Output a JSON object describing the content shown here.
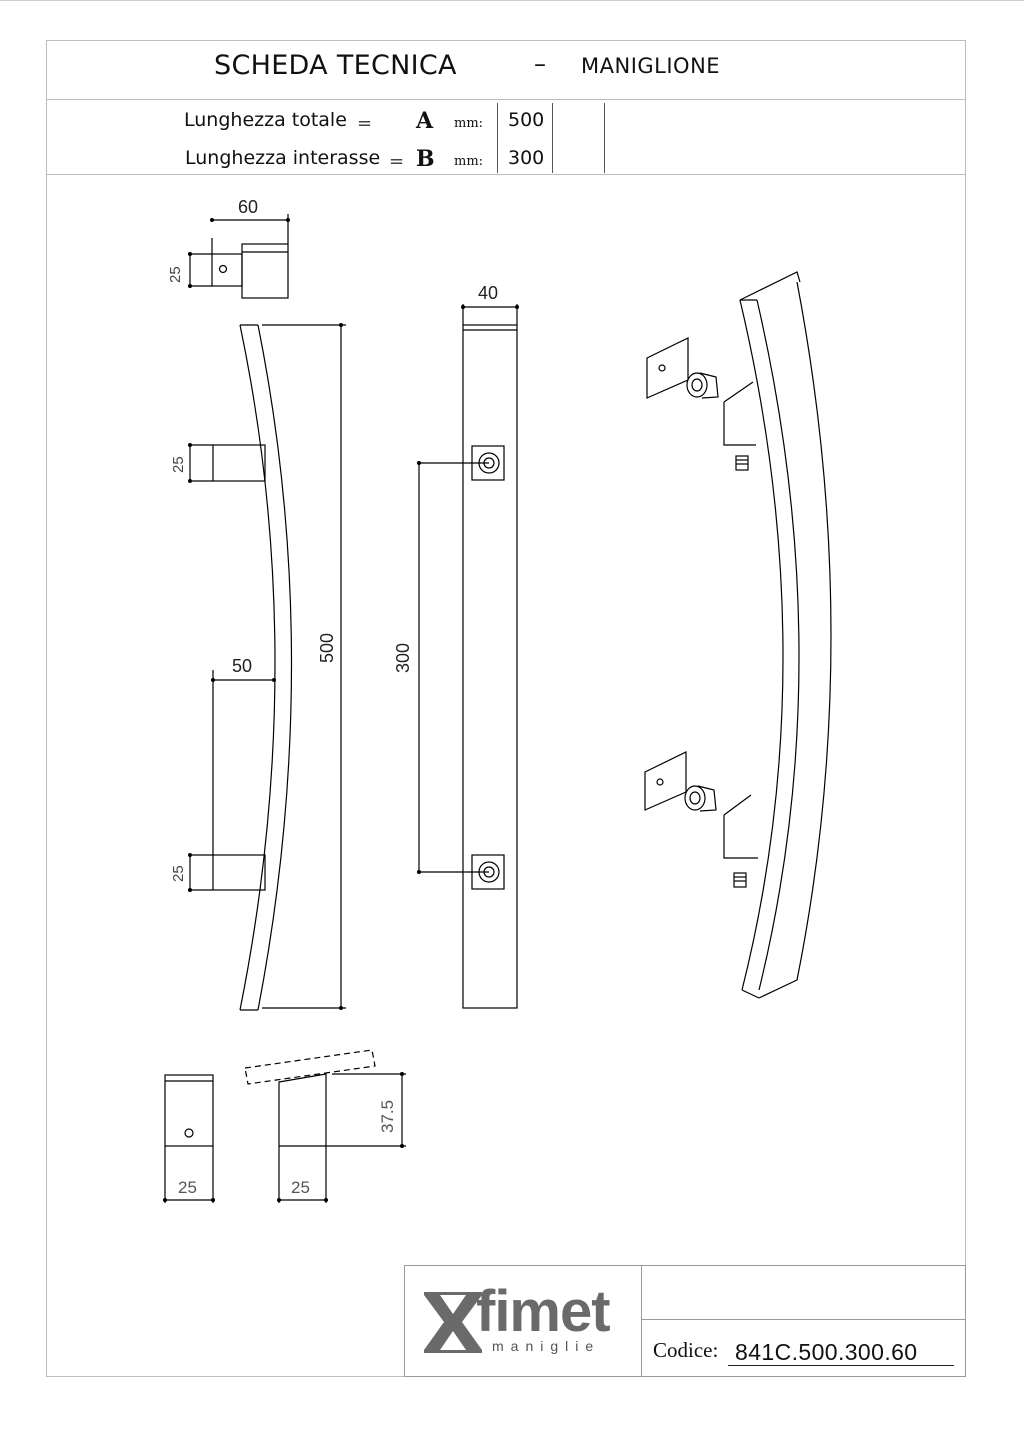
{
  "header": {
    "title": "SCHEDA TECNICA",
    "separator": "–",
    "subtitle": "MANIGLIONE"
  },
  "specs": [
    {
      "label": "Lunghezza totale",
      "equals": "=",
      "letter": "A",
      "unit": "mm:",
      "value": "500"
    },
    {
      "label": "Lunghezza interasse",
      "equals": "=",
      "letter": "B",
      "unit": "mm:",
      "value": "300"
    }
  ],
  "drawing": {
    "top_view_width": "60",
    "top_view_depth": "25",
    "side_post_top": "25",
    "side_post_bottom": "25",
    "side_offset": "50",
    "total_length": "500",
    "front_width": "40",
    "center_distance": "300",
    "detail_front_width": "25",
    "detail_side_width": "25",
    "detail_height": "37.5"
  },
  "footer": {
    "logo_text": "fimet",
    "logo_subtext": "maniglie",
    "code_label": "Codice:",
    "code_value": "841C.500.300.60"
  }
}
